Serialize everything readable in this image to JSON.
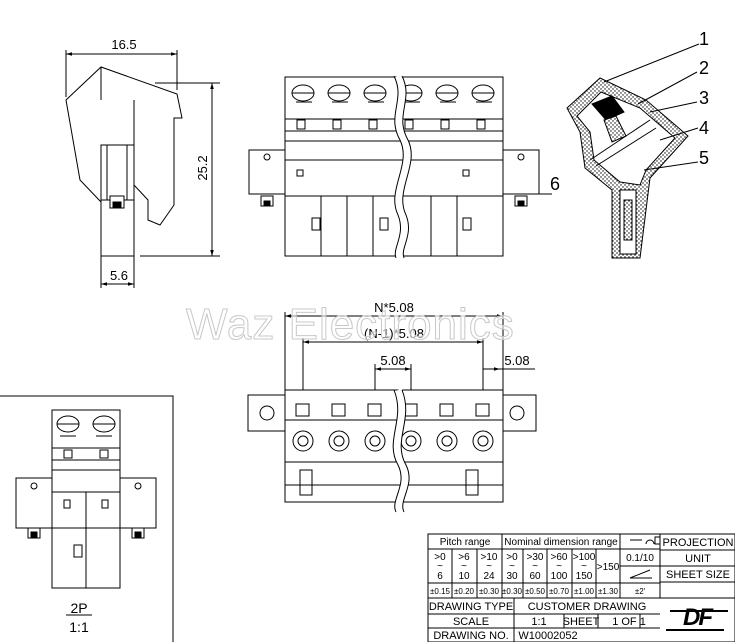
{
  "dimensions": {
    "width_top": "16.5",
    "height_side": "25.2",
    "bottom_offset": "5.6",
    "n_pitch": "N*5.08",
    "n_minus_1_pitch": "(N-1)*5.08",
    "pitch_inner": "5.08",
    "pitch_outer": "5.08"
  },
  "callouts": [
    "1",
    "2",
    "3",
    "4",
    "5",
    "6"
  ],
  "small_view": {
    "pole_label": "2P",
    "scale_label": "1:1"
  },
  "watermark": "Waz Electronics",
  "title_block": {
    "pitch_range_header": "Pitch range",
    "nominal_header": "Nominal dimension range",
    "projection_label": "PROJECTION",
    "unit_label": "UNIT",
    "sheet_size_label": "SHEET SIZE",
    "pitch_cols": [
      {
        "low": ">0",
        "high": "6",
        "tol": "±0.15"
      },
      {
        "low": ">6",
        "high": "10",
        "tol": "±0.20"
      },
      {
        "low": ">10",
        "high": "24",
        "tol": "±0.30"
      }
    ],
    "nominal_cols": [
      {
        "low": ">0",
        "high": "30",
        "tol": "±0.30"
      },
      {
        "low": ">30",
        "high": "60",
        "tol": "±0.50"
      },
      {
        "low": ">60",
        "high": "100",
        "tol": "±0.70"
      },
      {
        "low": ">100",
        "high": "150",
        "tol": "±1.00"
      }
    ],
    "over_150": ">150",
    "over_150_tol": "±1.30",
    "flatness": "0.1/10",
    "angle_tol": "±2'",
    "approx_sign": "~",
    "drawing_type_label": "DRAWING TYPE",
    "drawing_type_value": "CUSTOMER DRAWING",
    "scale_label": "SCALE",
    "scale_value": "1:1",
    "sheet_label": "SHEET",
    "sheet_value": "1 OF 1",
    "drawing_no_label": "DRAWING NO.",
    "drawing_no_value": "W10002052",
    "logo_text": "DF"
  }
}
